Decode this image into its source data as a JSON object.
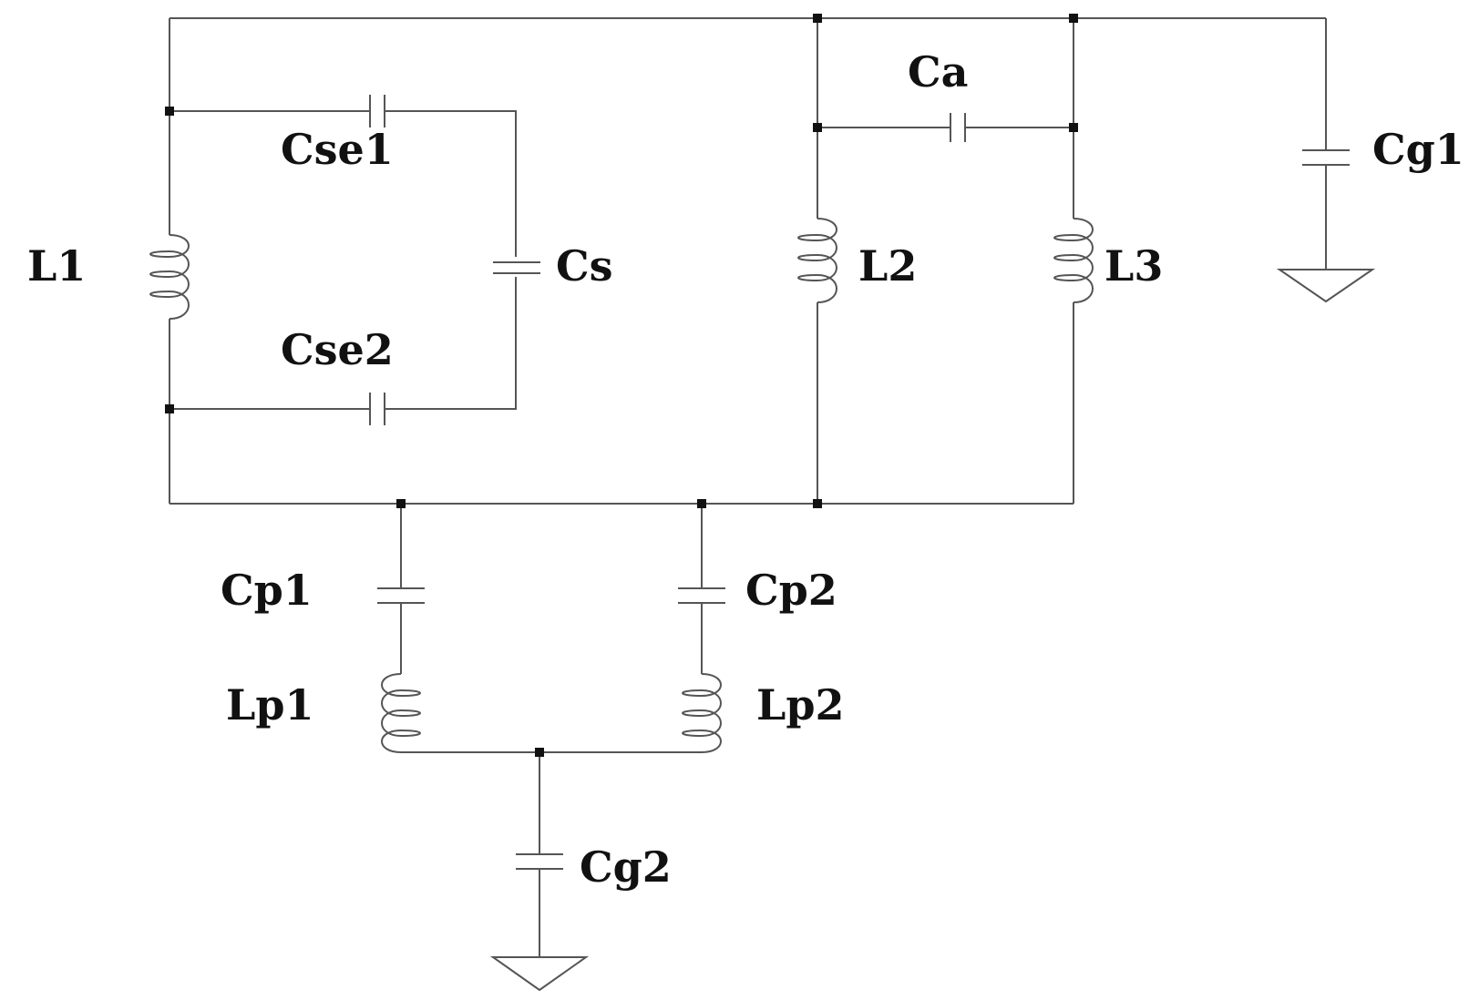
{
  "labels": {
    "L1": "L1",
    "Cse1": "Cse1",
    "Cse2": "Cse2",
    "Cs": "Cs",
    "Ca": "Ca",
    "L2": "L2",
    "L3": "L3",
    "Cg1": "Cg1",
    "Cp1": "Cp1",
    "Cp2": "Cp2",
    "Lp1": "Lp1",
    "Lp2": "Lp2",
    "Cg2": "Cg2"
  },
  "colors": {
    "wire": "#555555",
    "text": "#111111",
    "background": "#ffffff"
  }
}
